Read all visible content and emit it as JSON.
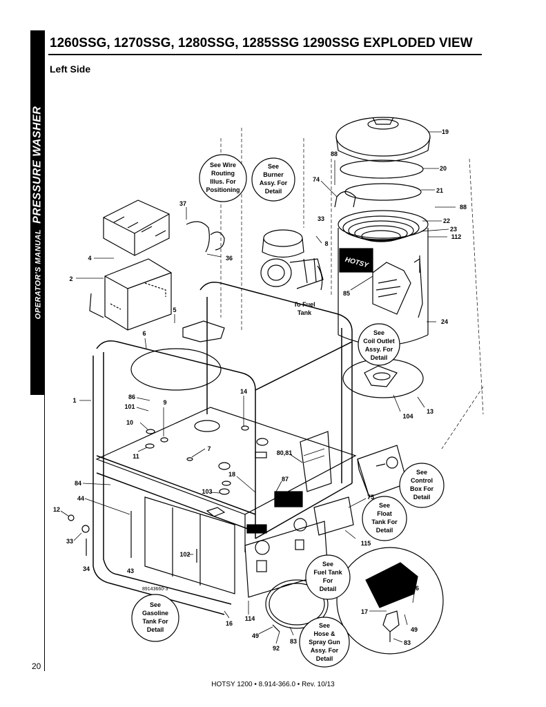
{
  "sidebar": {
    "manual_label": "OPERATOR'S MANUAL",
    "product_label": "PRESSURE WASHER"
  },
  "page": {
    "number": "20",
    "title": "1260SSG, 1270SSG, 1280SSG, 1285SSG 1290SSG EXPLODED VIEW",
    "subtitle": "Left Side",
    "footer": "HOTSY 1200  •  8.914-366.0  •  Rev. 10/13"
  },
  "drawing": {
    "figure_id": "89143660-3",
    "brand_logo": "HOTSY",
    "note_fuel_tank": [
      "To Fuel",
      "Tank"
    ],
    "callouts": {
      "c19": "19",
      "c20": "20",
      "c21": "21",
      "c88a": "88",
      "c88b": "88",
      "c74": "74",
      "c22": "22",
      "c23": "23",
      "c112": "112",
      "c33a": "33",
      "c8": "8",
      "c37": "37",
      "c36": "36",
      "c4": "4",
      "c2": "2",
      "c85": "85",
      "c5": "5",
      "c24": "24",
      "c6": "6",
      "c13": "13",
      "c104": "104",
      "c1": "1",
      "c86": "86",
      "c101": "101",
      "c9": "9",
      "c14": "14",
      "c10": "10",
      "c11": "11",
      "c7": "7",
      "c80": "80,81",
      "c18": "18",
      "c87": "87",
      "c84": "84",
      "c103": "103",
      "c44": "44",
      "c75": "75",
      "c12": "12",
      "c33b": "33",
      "c34": "34",
      "c43": "43",
      "c102": "102",
      "c115": "115",
      "c96": "96",
      "c17": "17",
      "c49a": "49",
      "c83a": "83",
      "c16": "16",
      "c114": "114",
      "c49b": "49",
      "c92": "92",
      "c83b": "83"
    },
    "bubbles": {
      "wire_routing": [
        "See Wire",
        "Routing",
        "Illus. For",
        "Positioning"
      ],
      "burner": [
        "See",
        "Burner",
        "Assy. For",
        "Detail"
      ],
      "coil_outlet": [
        "See",
        "Coil Outlet",
        "Assy. For",
        "Detail"
      ],
      "control_box": [
        "See",
        "Control",
        "Box For",
        "Detail"
      ],
      "float_tank": [
        "See",
        "Float",
        "Tank For",
        "Detail"
      ],
      "fuel_tank": [
        "See",
        "Fuel Tank",
        "For",
        "Detail"
      ],
      "gasoline_tank": [
        "See",
        "Gasoline",
        "Tank For",
        "Detail"
      ],
      "hose_spray_gun": [
        "See",
        "Hose &",
        "Spray Gun",
        "Assy. For",
        "Detail"
      ]
    }
  }
}
